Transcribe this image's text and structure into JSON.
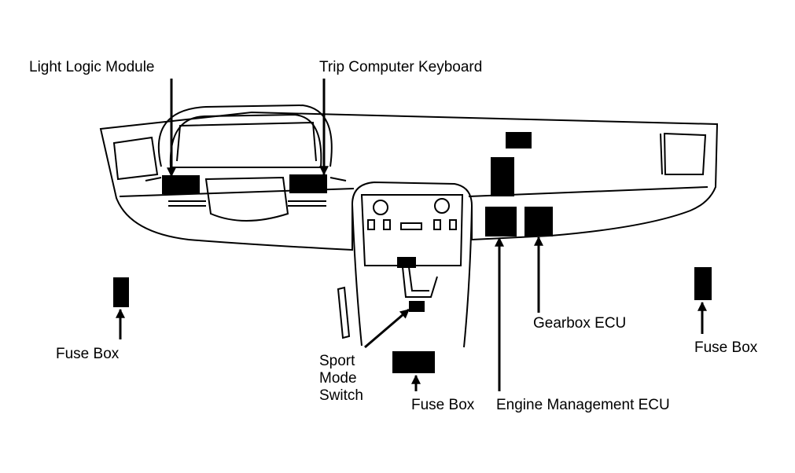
{
  "labels": {
    "light_logic_module": "Light Logic Module",
    "trip_computer_keyboard": "Trip Computer Keyboard",
    "fuse_box_left": "Fuse Box",
    "sport_mode_switch": [
      "Sport",
      "Mode",
      "Switch"
    ],
    "gearbox_ecu": "Gearbox ECU",
    "fuse_box_right": "Fuse Box",
    "fuse_box_center": "Fuse Box",
    "engine_management_ecu": "Engine Management ECU"
  }
}
